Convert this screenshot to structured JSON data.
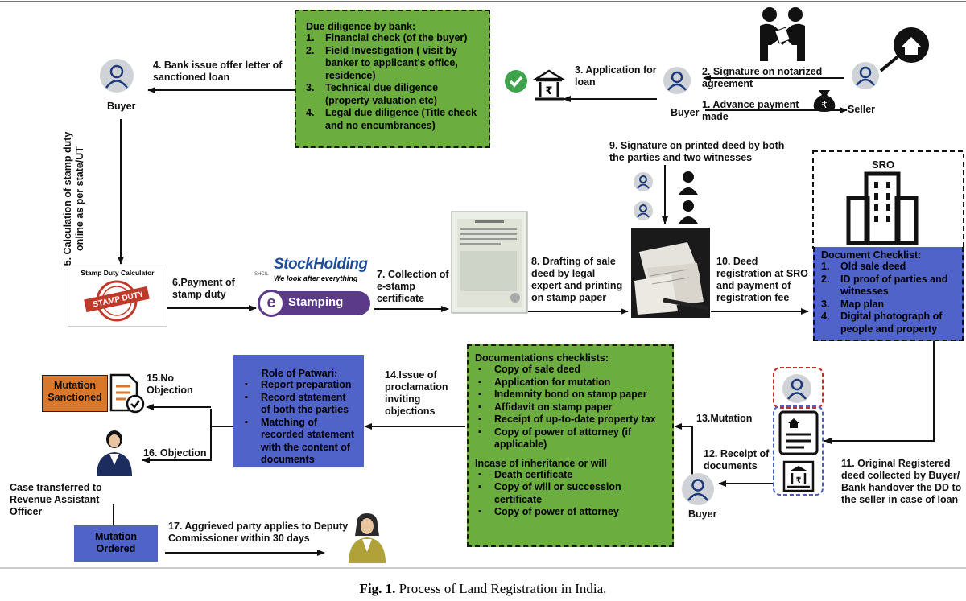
{
  "due_diligence": {
    "title": "Due diligence by bank:",
    "items": [
      {
        "n": "1.",
        "text": "Financial check (of the buyer)"
      },
      {
        "n": "2.",
        "text": "Field Investigation ( visit by banker to applicant's office, residence)"
      },
      {
        "n": "3.",
        "text": "Technical due diligence (property valuation etc)"
      },
      {
        "n": "4.",
        "text": "Legal due diligence (Title check and no encumbrances)"
      }
    ]
  },
  "steps": {
    "s1": "1. Advance payment made",
    "s2": "2. Signature on notarized agreement",
    "s3": "3. Application for loan",
    "s4": "4. Bank issue offer letter of sanctioned loan",
    "s5": "5. Calculation of stamp duty online as per state/UT",
    "s6": "6.Payment of stamp duty",
    "s7": "7. Collection of e-stamp certificate",
    "s8": "8. Drafting of sale deed by legal expert and printing on stamp paper",
    "s9": "9. Signature on printed deed by both the parties and two witnesses",
    "s10": "10. Deed registration at SRO and payment of registration fee",
    "s11": "11. Original Registered deed collected by Buyer/ Bank handover the DD to the seller in case of loan",
    "s12": "12. Receipt of documents",
    "s13": "13.Mutation",
    "s14": "14.Issue of proclamation inviting objections",
    "s15": "15.No Objection",
    "s16": "16. Objection",
    "s17": "17. Aggrieved party applies to Deputy Commissioner within 30 days"
  },
  "actors": {
    "buyer_top": "Buyer",
    "buyer_left": "Buyer",
    "seller": "Seller",
    "buyer_bottom": "Buyer"
  },
  "stamp_calc": {
    "title": "Stamp Duty Calculator",
    "stamp_text": "STAMP DUTY"
  },
  "stockholding": {
    "brand": "StockHolding",
    "tagline": "We look after everything",
    "estamp": "Stamping",
    "shcil": "SHCIL"
  },
  "sro": {
    "title": "SRO",
    "checklist_title": "Document Checklist:",
    "items": [
      {
        "n": "1.",
        "text": "Old sale deed"
      },
      {
        "n": "2.",
        "text": "ID proof of parties and witnesses"
      },
      {
        "n": "3.",
        "text": "Map plan"
      },
      {
        "n": "4.",
        "text": "Digital photograph of people and property"
      }
    ]
  },
  "doc_checklist": {
    "title": "Documentations checklists:",
    "items": [
      "Copy of sale deed",
      "Application for mutation",
      "Indemnity bond on stamp paper",
      "Affidavit on stamp paper",
      "Receipt of up-to-date property tax",
      "Copy of power of attorney (if applicable)"
    ],
    "inheritance_title": "Incase of inheritance or will",
    "inheritance_items": [
      "Death certificate",
      "Copy of will or succession certificate",
      "Copy of power of attorney"
    ]
  },
  "patwari": {
    "title": "Role of Patwari:",
    "items": [
      "Report preparation",
      "Record statement of both the parties",
      "Matching of recorded statement with the content of documents"
    ]
  },
  "mutation_sanctioned": "Mutation Sanctioned",
  "case_transferred": "Case transferred to Revenue Assistant Officer",
  "mutation_ordered": "Mutation Ordered",
  "caption": {
    "label": "Fig. 1.",
    "text": "Process of Land Registration in India."
  },
  "colors": {
    "green": "#6cad3f",
    "blue": "#4f63c9",
    "orange": "#d9772b",
    "red_dash": "#c0312b",
    "blue_dash": "#4b5fbf"
  },
  "icons": [
    "person-icon",
    "handshake-icon",
    "house-search-icon",
    "money-bag-icon",
    "checkmark-icon",
    "bank-icon",
    "building-icon",
    "document-icon",
    "witness-icon"
  ]
}
